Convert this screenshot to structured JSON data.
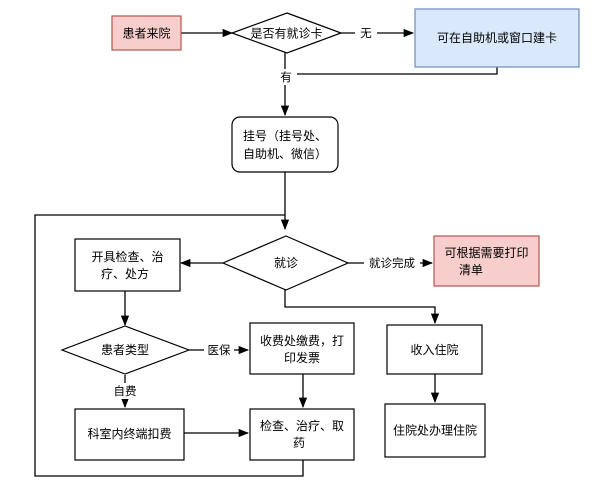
{
  "colors": {
    "pink_fill": "#f8cecc",
    "pink_stroke": "#b85450",
    "blue_fill": "#dae8fc",
    "blue_stroke": "#6c8ebf",
    "line": "#000000"
  },
  "nodes": {
    "patient_arrives": "患者来院",
    "has_card": "是否有就诊卡",
    "create_card": "可在自助机或窗口建卡",
    "register": [
      "挂号（挂号处、",
      "自助机、微信）"
    ],
    "consult": "就诊",
    "print_list": [
      "可根据需要打印",
      "清单"
    ],
    "prescribe": [
      "开具检查、治",
      "疗、处方"
    ],
    "patient_type": "患者类型",
    "pay_counter": [
      "收费处缴费，打",
      "印发票"
    ],
    "admission": "收入住院",
    "terminal_pay": "科室内终端扣费",
    "exam": [
      "检查、治疗、取",
      "药"
    ],
    "inpatient_office": "住院处办理住院"
  },
  "edges": {
    "no": "无",
    "yes": "有",
    "done": "就诊完成",
    "insurance": "医保",
    "self_pay": "自费"
  }
}
